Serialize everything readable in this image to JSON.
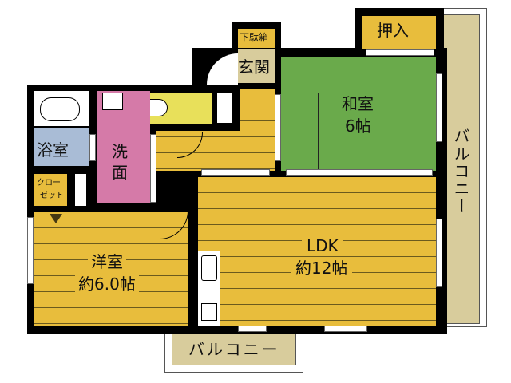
{
  "floorplan": {
    "rooms": {
      "genkan": {
        "label": "玄関"
      },
      "shoe_cabinet": {
        "label": "下駄箱"
      },
      "oshiire": {
        "label": "押入"
      },
      "washitsu": {
        "label": "和室",
        "size": "6帖"
      },
      "bathroom": {
        "label": "浴室"
      },
      "washroom": {
        "label": "洗\n面",
        "line1": "洗",
        "line2": "面"
      },
      "closet": {
        "line1": "クロー",
        "line2": "ゼット"
      },
      "yoshitsu": {
        "label": "洋室",
        "size": "約6.0帖"
      },
      "ldk": {
        "label": "LDK",
        "size": "約12帖"
      },
      "balcony_right": {
        "label": "バルコニー"
      },
      "balcony_bottom": {
        "label": "バルコニー"
      }
    },
    "colors": {
      "flooring": "#e8bd3c",
      "tatami": "#6aaa4b",
      "bathroom": "#a9bcd6",
      "washroom": "#d57aa8",
      "toilet": "#e8e05a",
      "balcony": "#d8cc9c",
      "wall": "#000000"
    }
  }
}
